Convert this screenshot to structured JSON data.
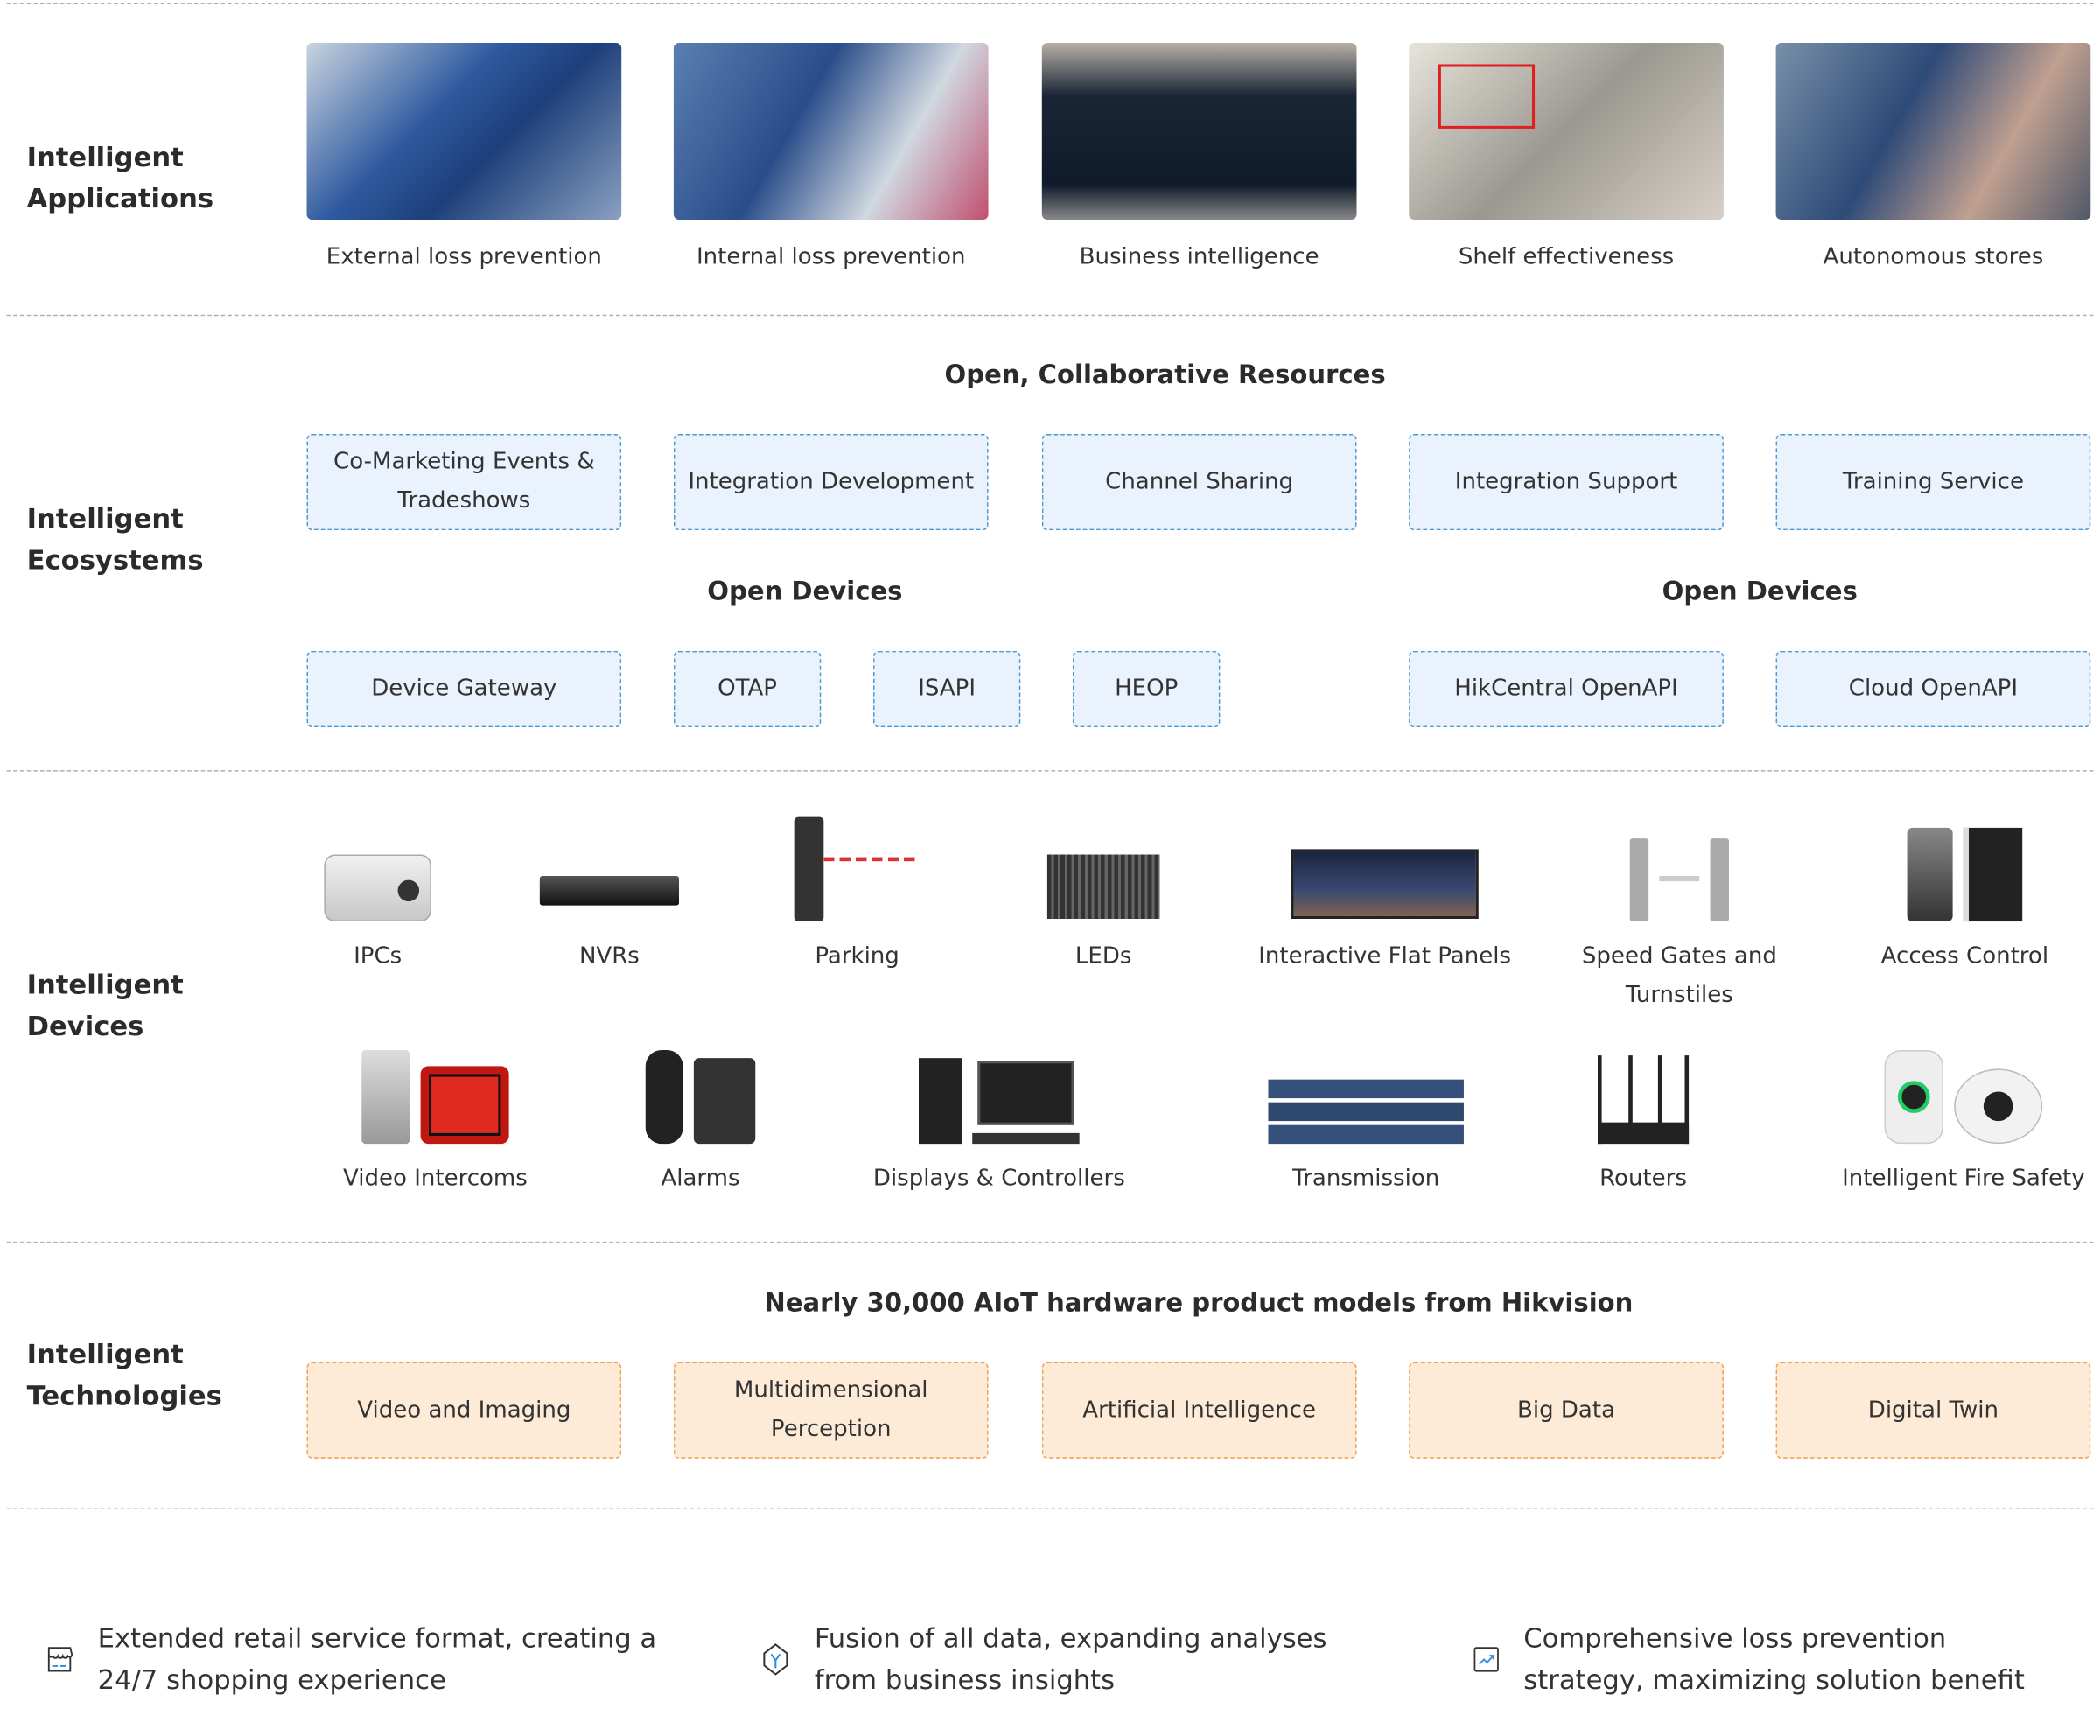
{
  "applications": {
    "label": "Intelligent Applications",
    "items": [
      {
        "caption": "External loss prevention"
      },
      {
        "caption": "Internal loss prevention"
      },
      {
        "caption": "Business intelligence"
      },
      {
        "caption": "Shelf effectiveness"
      },
      {
        "caption": "Autonomous stores"
      }
    ]
  },
  "ecosystems": {
    "label": "Intelligent Ecosystems",
    "resources_heading": "Open, Collaborative Resources",
    "resources": [
      "Co-Marketing Events & Tradeshows",
      "Integration Development",
      "Channel Sharing",
      "Integration Support",
      "Training Service"
    ],
    "devices_heading_left": "Open Devices",
    "devices_heading_right": "Open Devices",
    "devices_left": [
      "Device Gateway",
      "OTAP",
      "ISAPI",
      "HEOP"
    ],
    "devices_right": [
      "HikCentral OpenAPI",
      "Cloud OpenAPI"
    ]
  },
  "devices": {
    "label": "Intelligent Devices",
    "row1": [
      "IPCs",
      "NVRs",
      "Parking",
      "LEDs",
      "Interactive Flat Panels",
      "Speed Gates and Turnstiles",
      "Access Control"
    ],
    "row2": [
      "Video Intercoms",
      "Alarms",
      "Displays & Controllers",
      "Transmission",
      "Routers",
      "Intelligent Fire Safety"
    ]
  },
  "technologies": {
    "label": "Intelligent Technologies",
    "heading": "Nearly 30,000 AIoT hardware product models from Hikvision",
    "items": [
      "Video and Imaging",
      "Multidimensional Perception",
      "Artificial Intelligence",
      "Big Data",
      "Digital Twin"
    ]
  },
  "features": [
    {
      "icon": "store-icon",
      "text": "Extended retail service format, creating a 24/7 shopping experience"
    },
    {
      "icon": "hexagon-fusion-icon",
      "text": "Fusion of all data, expanding analyses from business insights"
    },
    {
      "icon": "trend-chart-icon",
      "text": "Comprehensive loss prevention strategy, maximizing solution benefit"
    }
  ],
  "colors": {
    "blue_box": "#eaf2fd",
    "blue_border": "#4a9ad0",
    "orange_box": "#fdebd8",
    "orange_border": "#f0a050",
    "accent": "#2a8de0"
  }
}
